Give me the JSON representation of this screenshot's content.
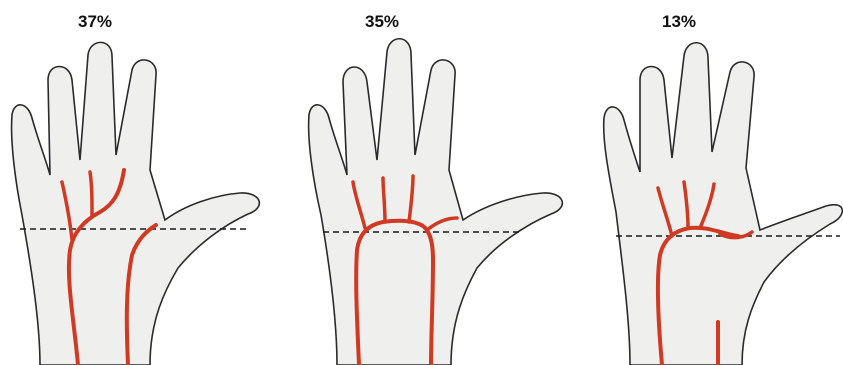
{
  "panels": [
    {
      "label": "37%"
    },
    {
      "label": "35%"
    },
    {
      "label": "13%"
    }
  ],
  "colors": {
    "artery": "#d13a22",
    "skin": "#efefee",
    "outline": "#2a2a2a",
    "dash": "#1a1a1a"
  }
}
